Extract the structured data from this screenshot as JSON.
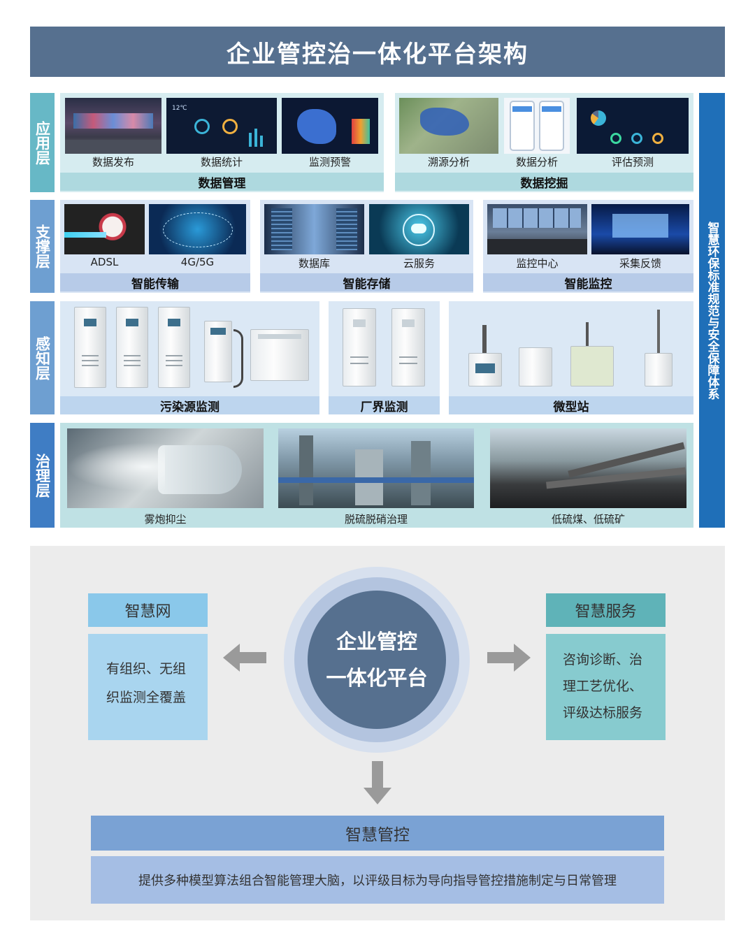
{
  "title": "企业管控治一体化平台架构",
  "right_band": "智慧环保标准规范与安全保障体系",
  "layers": {
    "application": {
      "label": "应用层",
      "left_group": {
        "items": [
          "数据发布",
          "数据统计",
          "监测预警"
        ],
        "bar": "数据管理"
      },
      "right_group": {
        "items": [
          "溯源分析",
          "数据分析",
          "评估预测"
        ],
        "bar": "数据挖掘"
      },
      "screen_temp": "12℃"
    },
    "support": {
      "label": "支撑层",
      "groups": [
        {
          "items": [
            "ADSL",
            "4G/5G"
          ],
          "bar": "智能传输"
        },
        {
          "items": [
            "数据库",
            "云服务"
          ],
          "bar": "智能存储"
        },
        {
          "items": [
            "监控中心",
            "采集反馈"
          ],
          "bar": "智能监控"
        }
      ]
    },
    "sensing": {
      "label": "感知层",
      "groups": [
        {
          "bar": "污染源监测"
        },
        {
          "bar": "厂界监测"
        },
        {
          "bar": "微型站"
        }
      ]
    },
    "governance": {
      "label": "治理层",
      "items": [
        "雾炮抑尘",
        "脱硫脱硝治理",
        "低硫煤、低硫矿"
      ]
    }
  },
  "bottom": {
    "center_line1": "企业管控",
    "center_line2": "一体化平台",
    "left": {
      "title": "智慧网",
      "line1": "有组织、无组",
      "line2": "织监测全覆盖"
    },
    "right": {
      "title": "智慧服务",
      "line1": "咨询诊断、治",
      "line2": "理工艺优化、",
      "line3": "评级达标服务"
    },
    "control": {
      "title": "智慧管控",
      "text": "提供多种模型算法组合智能管理大脑，以评级目标为导向指导管控措施制定与日常管理"
    }
  }
}
